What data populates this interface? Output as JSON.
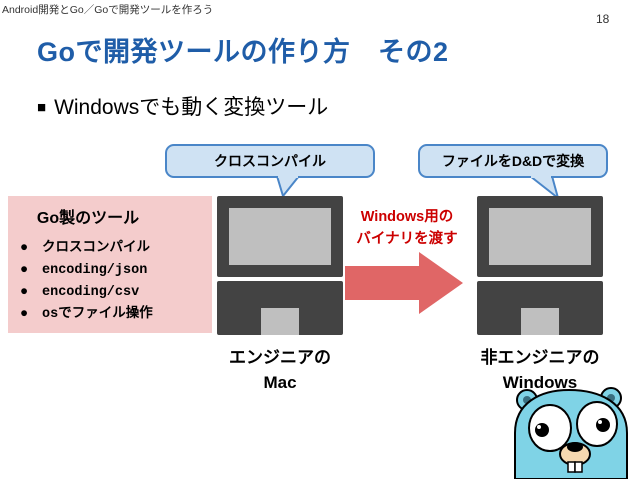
{
  "slide": {
    "header": "Android開発とGo／Goで開発ツールを作ろう",
    "page_number": "18",
    "title": "Goで開発ツールの作り方　その2",
    "subtitle_bullet": "■",
    "subtitle": "Windowsでも動く変換ツール"
  },
  "bubbles": {
    "cross_compile": "クロスコンパイル",
    "file_convert": "ファイルをD&Dで変換"
  },
  "go_box": {
    "title": "Go製のツール",
    "bullet": "●",
    "items": [
      "クロスコンパイル",
      "encoding/json",
      "encoding/csv",
      "osでファイル操作"
    ]
  },
  "arrow": {
    "line1": "Windows用の",
    "line2": "バイナリを渡す",
    "color": "#e06666"
  },
  "laptops": {
    "mac": {
      "line1": "エンジニアの",
      "line2": "Mac"
    },
    "windows": {
      "line1": "非エンジニアの",
      "line2": "Windows"
    }
  },
  "colors": {
    "title": "#1f5da8",
    "bubble_fill": "#cfe2f3",
    "bubble_border": "#4a86c8",
    "go_box": "#f4cccc",
    "laptop_dark": "#434343",
    "laptop_light": "#bfbfbf",
    "arrow_text": "#cc0000",
    "gopher": "#7fd3e6"
  }
}
